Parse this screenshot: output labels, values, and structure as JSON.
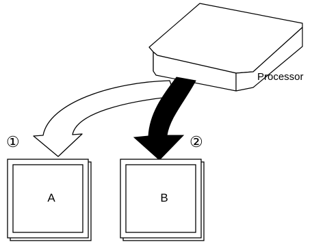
{
  "diagram": {
    "processor_label": "Processor",
    "markers": {
      "first": "①",
      "second": "②"
    },
    "boxes": {
      "a": "A",
      "b": "B"
    }
  }
}
